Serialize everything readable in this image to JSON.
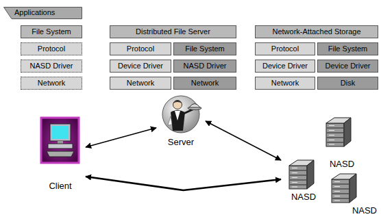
{
  "diagram": {
    "nodes": [
      {
        "text": [
          "Applications"
        ]
      },
      {
        "text": [
          "File System"
        ]
      },
      {
        "text": [
          "Protocol"
        ]
      },
      {
        "text": [
          "NASD Driver"
        ]
      },
      {
        "text": [
          "Network"
        ]
      },
      {
        "text": [
          "Distributed File Server"
        ]
      },
      {
        "text": [
          "Protocol"
        ]
      },
      {
        "text": [
          "File System"
        ]
      },
      {
        "text": [
          "Device Driver"
        ]
      },
      {
        "text": [
          "NASD Driver"
        ]
      },
      {
        "text": [
          "Network"
        ]
      },
      {
        "text": [
          "Network"
        ]
      },
      {
        "text": [
          "Network-Attached Storage"
        ]
      },
      {
        "text": [
          "Protocol"
        ]
      },
      {
        "text": [
          "File System"
        ]
      },
      {
        "text": [
          "Device Driver"
        ]
      },
      {
        "text": [
          "Device Driver"
        ]
      },
      {
        "text": [
          "Network"
        ]
      },
      {
        "text": [
          "Disk"
        ]
      },
      {
        "text": [
          "Client"
        ]
      },
      {
        "text": [
          "Server"
        ]
      },
      {
        "text": [
          "NASD"
        ]
      },
      {
        "text": [
          "NASD"
        ]
      },
      {
        "text": [
          "NASD"
        ]
      }
    ],
    "edges": [
      {
        "from": 19,
        "to": 20,
        "arrow": "both"
      },
      {
        "from": 20,
        "to": 22,
        "arrow": "both"
      },
      {
        "from": 19,
        "to": 22,
        "arrow": "both"
      }
    ]
  }
}
